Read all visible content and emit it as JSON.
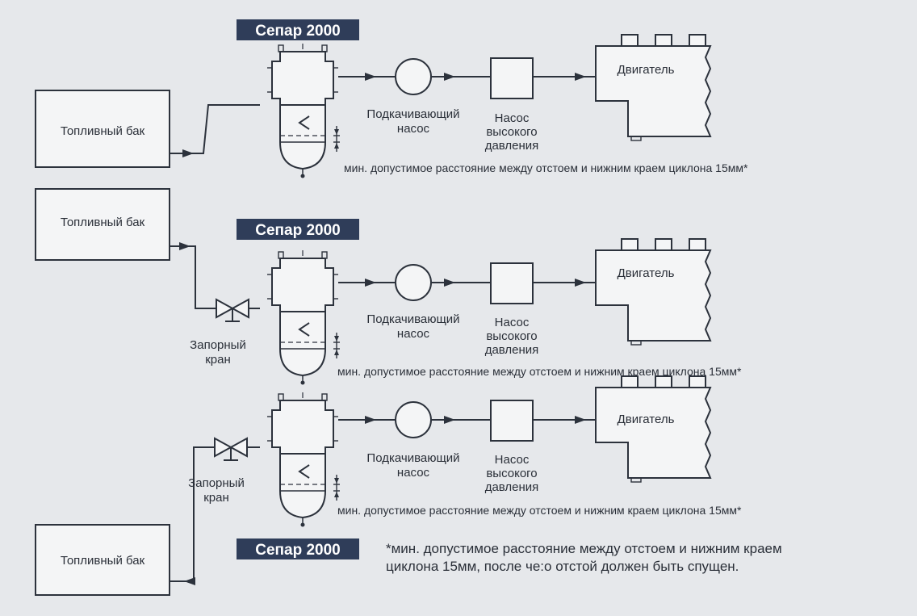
{
  "rows": [
    {
      "badge": "Сепар 2000",
      "tank": "Топливный бак",
      "pump_line1": "Подкачивающий",
      "pump_line2": "насос",
      "hp_line1": "Насос",
      "hp_line2": "высокого",
      "hp_line3": "давления",
      "engine": "Двигатель",
      "note": "мин. допустимое расстояние между отстоем и нижним краем циклона 15мм*"
    },
    {
      "badge": "Сепар 2000",
      "tank": "Топливный бак",
      "valve_line1": "Запорный",
      "valve_line2": "кран",
      "pump_line1": "Подкачивающий",
      "pump_line2": "насос",
      "hp_line1": "Насос",
      "hp_line2": "высокого",
      "hp_line3": "давления",
      "engine": "Двигатель",
      "note": "мин. допустимое расстояние между отстоем и нижним краем циклона 15мм*"
    },
    {
      "badge": "Сепар 2000",
      "tank": "Топливный бак",
      "valve_line1": "Запорный",
      "valve_line2": "кран",
      "pump_line1": "Подкачивающий",
      "pump_line2": "насос",
      "hp_line1": "Насос",
      "hp_line2": "высокого",
      "hp_line3": "давления",
      "engine": "Двигатель",
      "note": "мин. допустимое расстояние между отстоем и нижним краем циклона 15мм*"
    }
  ],
  "footnote": {
    "line1": "*мин. допустимое расстояние между отстоем и нижним краем",
    "line2": "циклона 15мм, после че:о отстой должен быть спущен."
  }
}
